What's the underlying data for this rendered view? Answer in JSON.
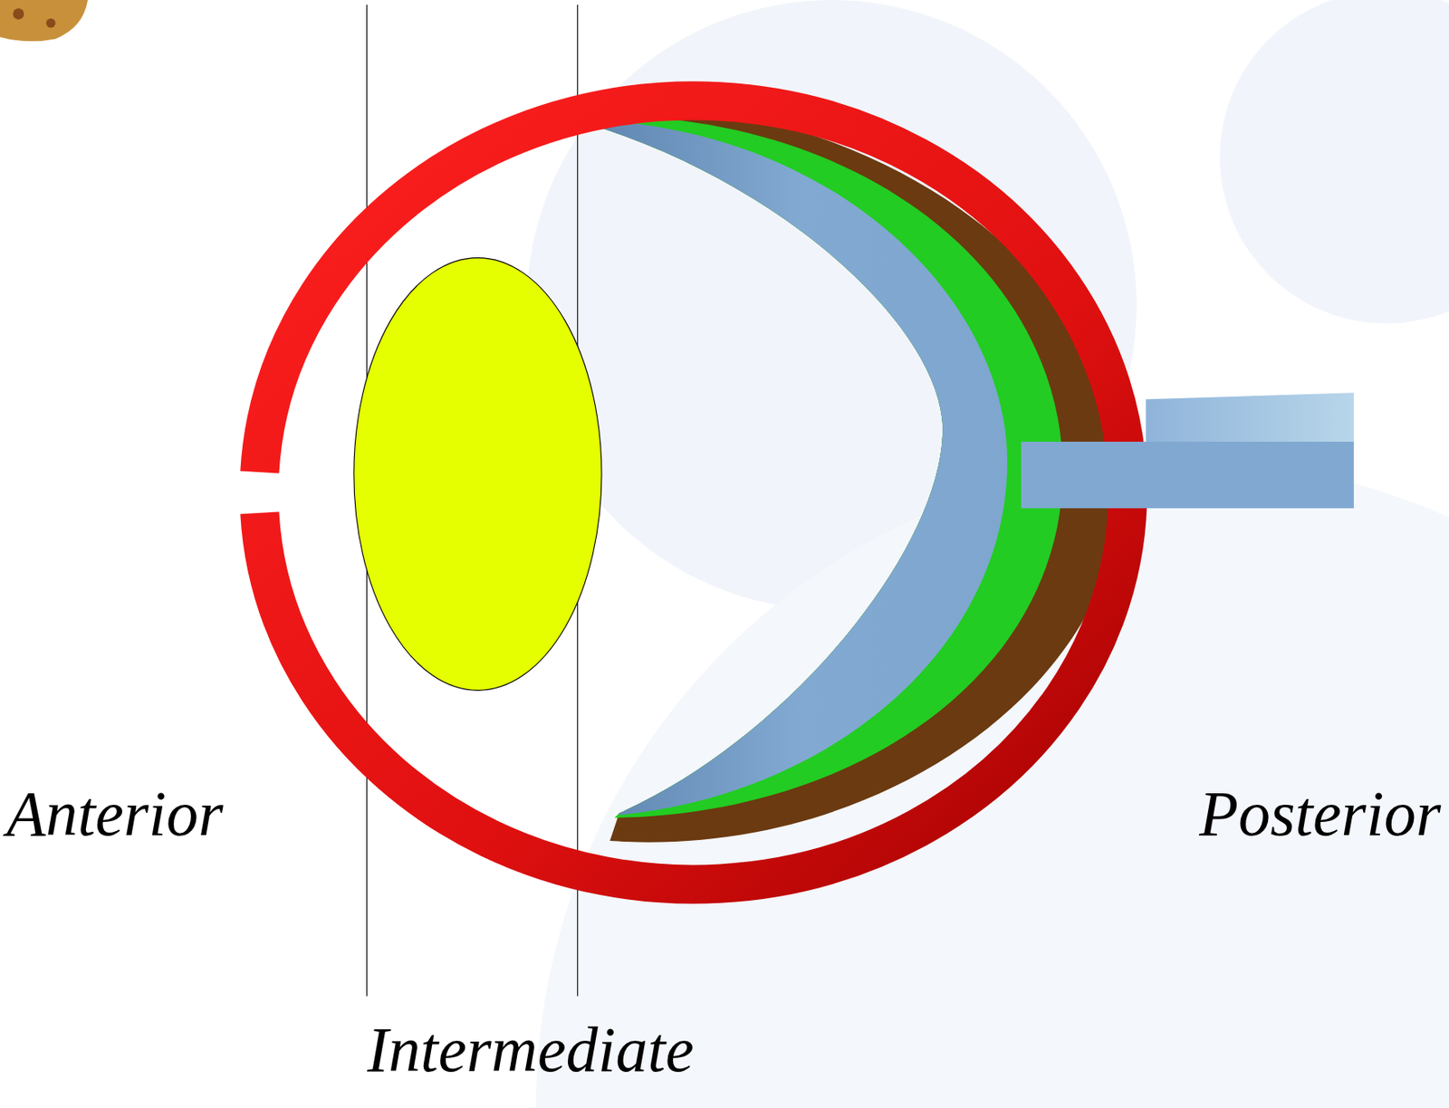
{
  "diagram": {
    "labels": [
      "Anterior",
      "Intermediate",
      "Posterior"
    ]
  }
}
